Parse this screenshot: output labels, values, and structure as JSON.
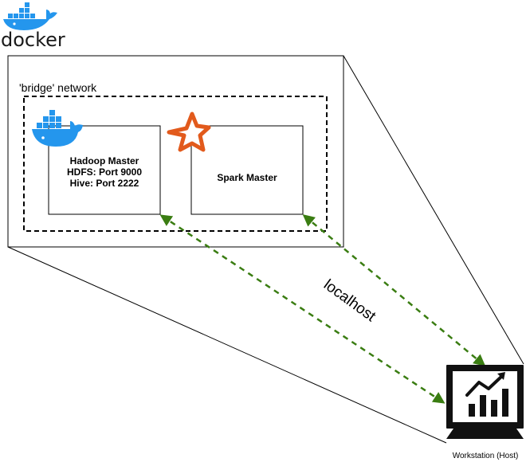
{
  "logo": {
    "text": "docker"
  },
  "network": {
    "label": "'bridge' network"
  },
  "hadoop": {
    "title": "Hadoop Master",
    "hdfs": "HDFS: Port 9000",
    "hive": "Hive: Port 2222"
  },
  "spark": {
    "title": "Spark Master"
  },
  "connection": {
    "label": "localhost"
  },
  "host": {
    "label": "Workstation (Host)"
  },
  "colors": {
    "docker_blue": "#2496ED",
    "spark_orange": "#E25A1C",
    "arrow_green": "#3A7D12",
    "stroke": "#000000"
  }
}
